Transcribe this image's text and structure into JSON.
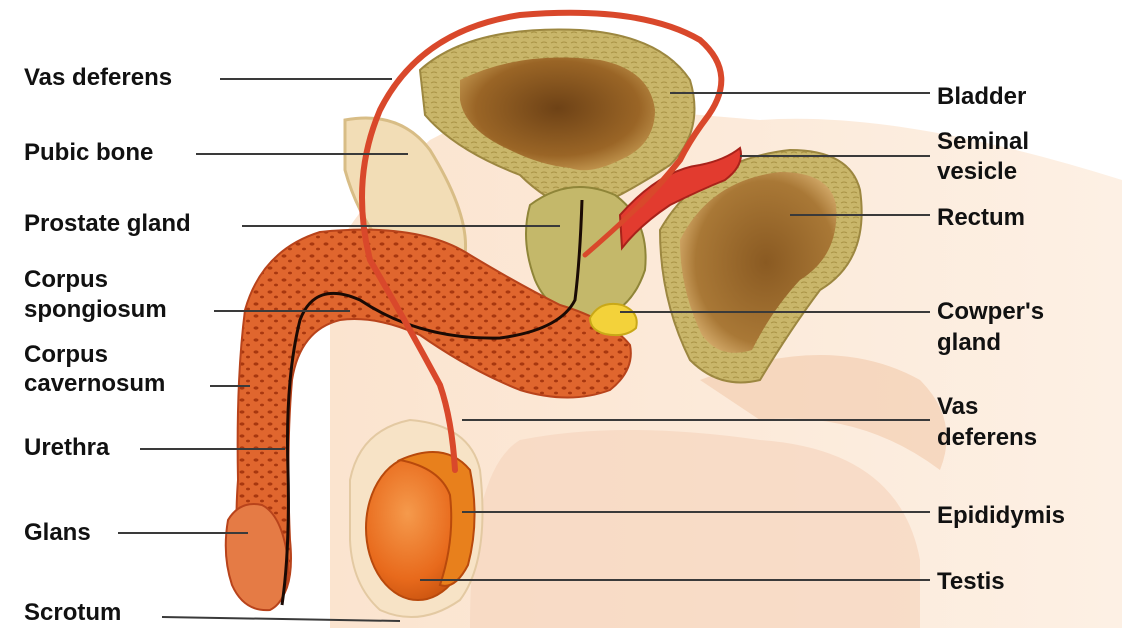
{
  "diagram": {
    "colors": {
      "leader_line": "#3a3a3a",
      "label_text": "#111111",
      "erectile_tissue": "#e0662e",
      "duct": "#d9482b",
      "bladder_wall": "#c9b66a",
      "bladder_cavity": "#8a5a22",
      "testis": "#e86a1c",
      "cowpers_gland": "#f3d23a",
      "skin": "#f7dcc4"
    },
    "labels_left": {
      "vas_deferens": "Vas deferens",
      "pubic_bone": "Pubic bone",
      "prostate_gland": "Prostate gland",
      "corpus_spongiosum": [
        "Corpus",
        "spongiosum"
      ],
      "corpus_cavernosum": [
        "Corpus",
        "cavernosum"
      ],
      "urethra": "Urethra",
      "glans": "Glans",
      "scrotum": "Scrotum"
    },
    "labels_right": {
      "bladder": "Bladder",
      "seminal_vesicle": [
        "Seminal",
        "vesicle"
      ],
      "rectum": "Rectum",
      "cowpers_gland": [
        "Cowper's",
        "gland"
      ],
      "vas_deferens": [
        "Vas",
        "deferens"
      ],
      "epididymis": "Epididymis",
      "testis": "Testis"
    }
  }
}
